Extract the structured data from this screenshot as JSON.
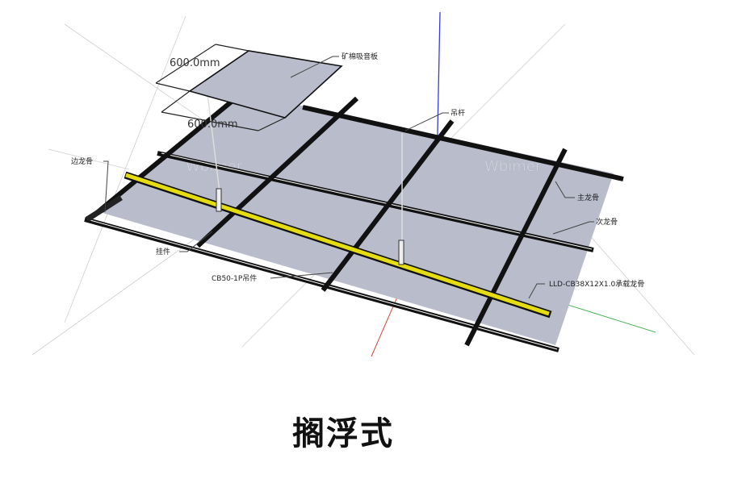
{
  "diagram": {
    "title": "搁浮式",
    "watermark": "Wbimer",
    "labels": {
      "panel": "矿棉吸音板",
      "dim_width": "600.0mm",
      "dim_depth": "600.0mm",
      "rod": "吊杆",
      "edge_runner": "边龙骨",
      "main_runner": "主龙骨",
      "cross_runner": "次龙骨",
      "clip": "挂件",
      "hanger": "CB50-1P吊件",
      "carrying_channel": "LLD-CB38X12X1.0承载龙骨"
    },
    "colors": {
      "panel": "#b9bccb",
      "runner": "#111111",
      "carrying_channel": "#e6dd10",
      "axis_z": "#3a3ad6",
      "axis_x": "#d04a3a",
      "axis_y": "#4cb35a"
    }
  }
}
